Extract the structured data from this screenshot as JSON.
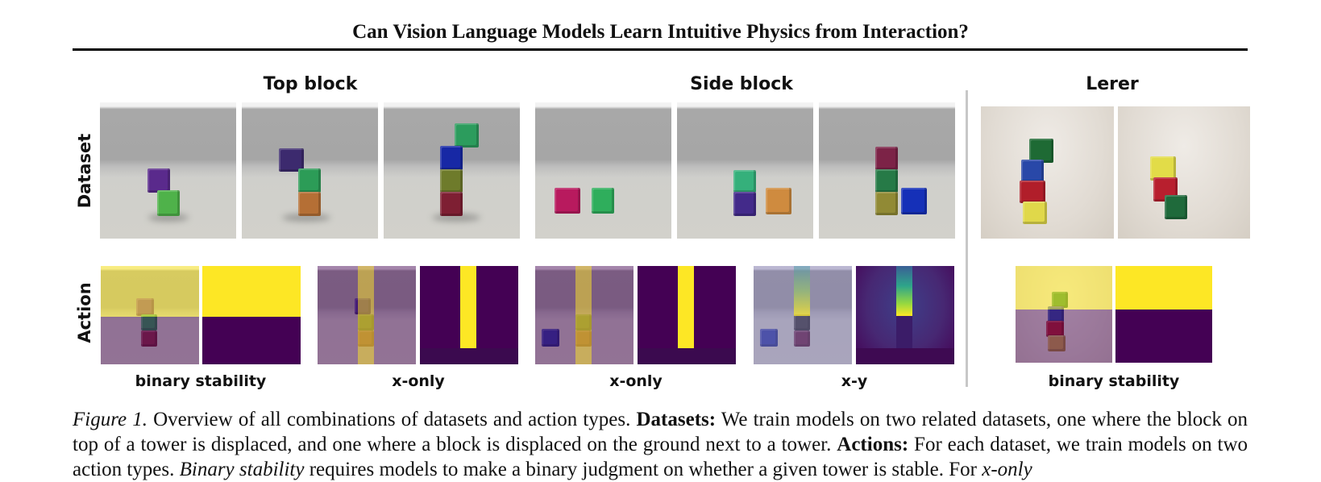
{
  "paper_title": "Can Vision Language Models Learn Intuitive Physics from Interaction?",
  "groups": {
    "top_block": "Top block",
    "side_block": "Side block",
    "lerer": "Lerer"
  },
  "row_labels": {
    "dataset": "Dataset",
    "action": "Action"
  },
  "action_labels": {
    "top_binary": "binary stability",
    "top_x_only": "x-only",
    "side_x_only": "x-only",
    "side_x_y": "x-y",
    "lerer_binary": "binary stability"
  },
  "caption": {
    "figure_label": "Figure 1.",
    "intro": " Overview of all combinations of datasets and action types. ",
    "datasets_head": "Datasets:",
    "datasets_text": " We train models on two related datasets, one where the block on top of a tower is displaced, and one where a block is displaced on the ground next to a tower. ",
    "actions_head": "Actions:",
    "actions_text": " For each dataset, we train models on two action types. ",
    "binary_term": "Binary stability",
    "binary_text": " requires models to make a binary judgment on whether a given tower is stable. For ",
    "x_term": "x-only"
  },
  "colors": {
    "viridis_yellow": "#fde725",
    "viridis_purple": "#440154",
    "separator": "#c7c7c7"
  }
}
